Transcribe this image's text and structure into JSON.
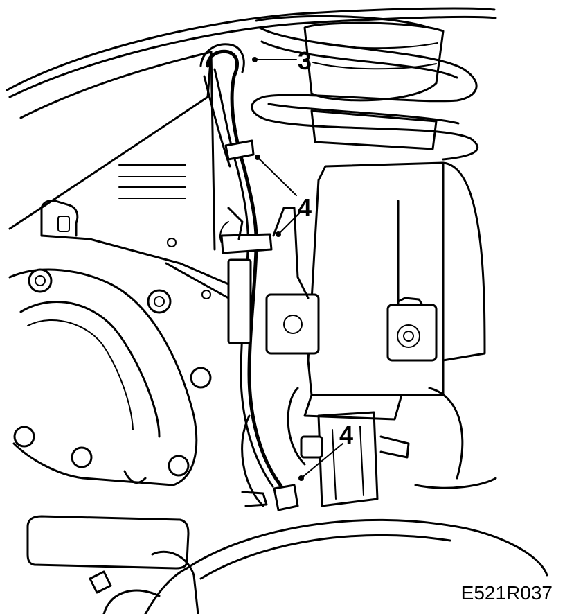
{
  "callouts": [
    {
      "id": "callout-3",
      "label": "3"
    },
    {
      "id": "callout-4-upper",
      "label": "4"
    },
    {
      "id": "callout-4-lower",
      "label": "4"
    }
  ],
  "reference_code": "E521R037",
  "colors": {
    "line": "#000000",
    "background": "#ffffff"
  }
}
